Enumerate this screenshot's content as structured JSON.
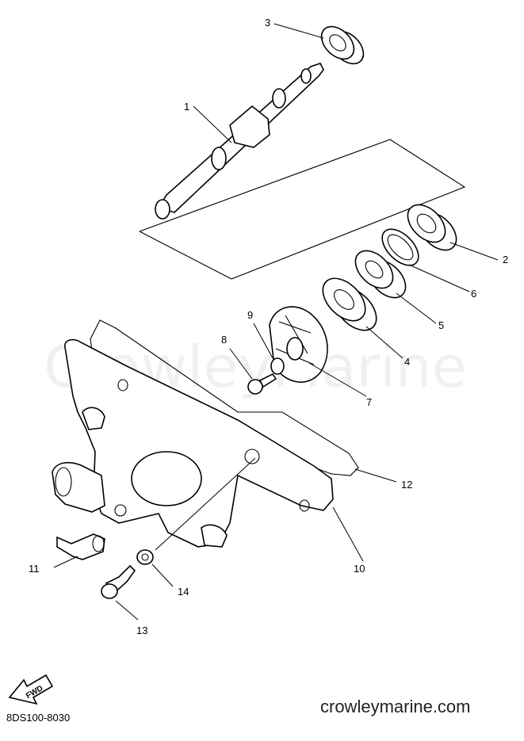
{
  "watermark": "CrowleyMarine",
  "callouts": [
    "1",
    "2",
    "3",
    "4",
    "5",
    "6",
    "7",
    "8",
    "9",
    "10",
    "11",
    "12",
    "13",
    "14"
  ],
  "fwd_label": "FWD",
  "diagram_code": "8DS100-8030",
  "site_url": "crowleymarine.com"
}
